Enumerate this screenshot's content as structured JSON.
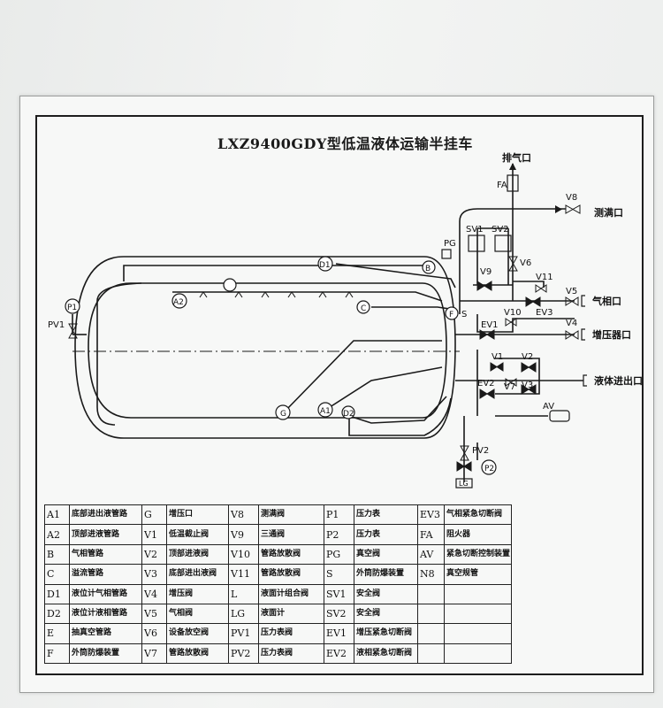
{
  "title": "LXZ9400GDY型低温液体运输半挂车",
  "labels": {
    "vent_port": "排气口",
    "FA": "FA",
    "V8": "V8",
    "overflow_port": "测满口",
    "SV1": "SV1",
    "SV2": "SV2",
    "PG": "PG",
    "B": "B",
    "D1": "D1",
    "V9": "V9",
    "V6": "V6",
    "V11": "V11",
    "V5": "V5",
    "gas_port": "气相口",
    "A2": "A2",
    "P1": "P1",
    "PV1": "PV1",
    "C": "C",
    "F": "F",
    "S": "S",
    "V10": "V10",
    "EV3": "EV3",
    "V4": "V4",
    "booster_port": "增压器口",
    "EV1": "EV1",
    "V1": "V1",
    "V2": "V2",
    "EV2": "EV2",
    "V7": "V7",
    "V3": "V3",
    "liquid_port": "液体进出口",
    "AV": "AV",
    "G": "G",
    "A1": "A1",
    "D2": "D2",
    "PV2": "PV2",
    "P2": "P2",
    "LG": "LG"
  },
  "legend": [
    [
      {
        "c": "A1",
        "d": "底部进出液管路"
      },
      {
        "c": "G",
        "d": "增压口"
      },
      {
        "c": "V8",
        "d": "测满阀"
      },
      {
        "c": "P1",
        "d": "压力表"
      },
      {
        "c": "EV3",
        "d": "气相紧急切断阀"
      }
    ],
    [
      {
        "c": "A2",
        "d": "顶部进液管路"
      },
      {
        "c": "V1",
        "d": "低温截止阀"
      },
      {
        "c": "V9",
        "d": "三通阀"
      },
      {
        "c": "P2",
        "d": "压力表"
      },
      {
        "c": "FA",
        "d": "阻火器"
      }
    ],
    [
      {
        "c": "B",
        "d": "气相管路"
      },
      {
        "c": "V2",
        "d": "顶部进液阀"
      },
      {
        "c": "V10",
        "d": "管路放散阀"
      },
      {
        "c": "PG",
        "d": "真空阀"
      },
      {
        "c": "AV",
        "d": "紧急切断控制装置"
      }
    ],
    [
      {
        "c": "C",
        "d": "溢流管路"
      },
      {
        "c": "V3",
        "d": "底部进出液阀"
      },
      {
        "c": "V11",
        "d": "管路放散阀"
      },
      {
        "c": "S",
        "d": "外筒防爆装置"
      },
      {
        "c": "N8",
        "d": "真空规管"
      }
    ],
    [
      {
        "c": "D1",
        "d": "液位计气相管路"
      },
      {
        "c": "V4",
        "d": "增压阀"
      },
      {
        "c": "L",
        "d": "液面计组合阀"
      },
      {
        "c": "SV1",
        "d": "安全阀"
      },
      {
        "c": "",
        "d": ""
      }
    ],
    [
      {
        "c": "D2",
        "d": "液位计液相管路"
      },
      {
        "c": "V5",
        "d": "气相阀"
      },
      {
        "c": "LG",
        "d": "液面计"
      },
      {
        "c": "SV2",
        "d": "安全阀"
      },
      {
        "c": "",
        "d": ""
      }
    ],
    [
      {
        "c": "E",
        "d": "抽真空管路"
      },
      {
        "c": "V6",
        "d": "设备放空阀"
      },
      {
        "c": "PV1",
        "d": "压力表阀"
      },
      {
        "c": "EV1",
        "d": "增压紧急切断阀"
      },
      {
        "c": "",
        "d": ""
      }
    ],
    [
      {
        "c": "F",
        "d": "外筒防爆装置"
      },
      {
        "c": "V7",
        "d": "管路放散阀"
      },
      {
        "c": "PV2",
        "d": "压力表阀"
      },
      {
        "c": "EV2",
        "d": "液相紧急切断阀"
      },
      {
        "c": "",
        "d": ""
      }
    ]
  ]
}
